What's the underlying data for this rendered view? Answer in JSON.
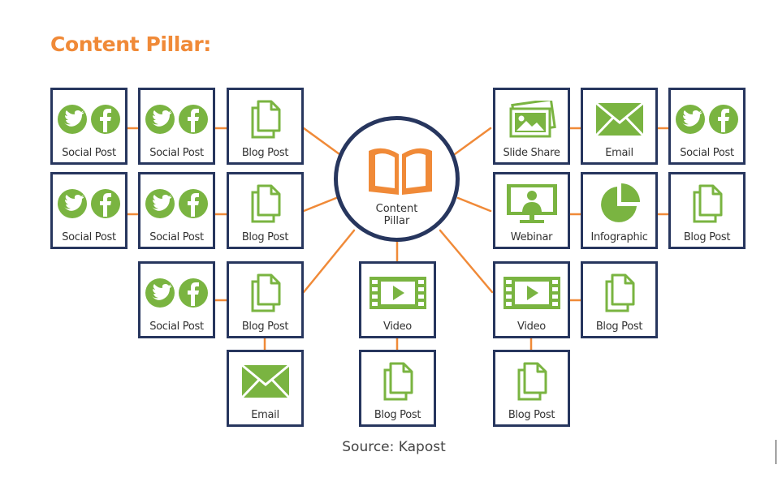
{
  "title": "Content Pillar:",
  "colors": {
    "accent": "#f08a38",
    "border": "#27365e",
    "icon": "#7ab441"
  },
  "center": {
    "line1": "Content",
    "line2": "Pillar",
    "icon": "open-book-icon"
  },
  "nodes": [
    {
      "id": "n1",
      "label": "Social Post",
      "icon": "social"
    },
    {
      "id": "n2",
      "label": "Social Post",
      "icon": "social"
    },
    {
      "id": "n3",
      "label": "Blog Post",
      "icon": "document"
    },
    {
      "id": "n4",
      "label": "Social Post",
      "icon": "social"
    },
    {
      "id": "n5",
      "label": "Social Post",
      "icon": "social"
    },
    {
      "id": "n6",
      "label": "Blog Post",
      "icon": "document"
    },
    {
      "id": "n7",
      "label": "Social Post",
      "icon": "social"
    },
    {
      "id": "n8",
      "label": "Blog Post",
      "icon": "document"
    },
    {
      "id": "n9",
      "label": "Email",
      "icon": "email"
    },
    {
      "id": "n10",
      "label": "Video",
      "icon": "video"
    },
    {
      "id": "n11",
      "label": "Blog Post",
      "icon": "document"
    },
    {
      "id": "n12",
      "label": "Slide Share",
      "icon": "images"
    },
    {
      "id": "n13",
      "label": "Email",
      "icon": "email"
    },
    {
      "id": "n14",
      "label": "Social Post",
      "icon": "social"
    },
    {
      "id": "n15",
      "label": "Webinar",
      "icon": "webinar"
    },
    {
      "id": "n16",
      "label": "Infographic",
      "icon": "pie"
    },
    {
      "id": "n17",
      "label": "Blog Post",
      "icon": "document"
    },
    {
      "id": "n18",
      "label": "Video",
      "icon": "video"
    },
    {
      "id": "n19",
      "label": "Blog Post",
      "icon": "document"
    },
    {
      "id": "n20",
      "label": "Blog Post",
      "icon": "document"
    }
  ],
  "source": "Source:  Kapost"
}
